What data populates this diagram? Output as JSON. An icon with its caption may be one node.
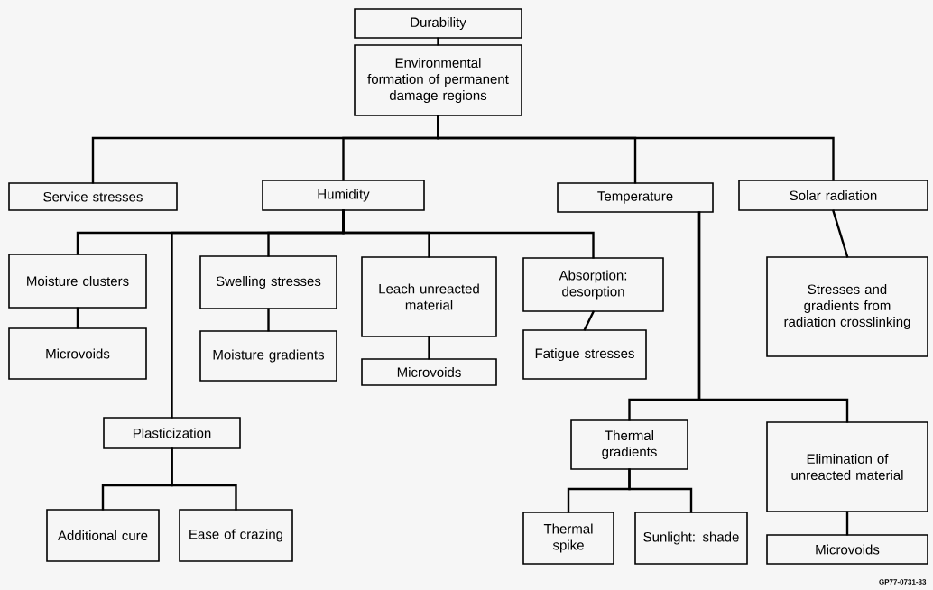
{
  "diagram": {
    "nodes": [
      {
        "text": [
          "Durability"
        ]
      },
      {
        "text": [
          "Environmental formation of permanent damage regions"
        ]
      },
      {
        "text": [
          "Service stresses"
        ]
      },
      {
        "text": [
          "Humidity"
        ]
      },
      {
        "text": [
          "Temperature"
        ]
      },
      {
        "text": [
          "Solar radiation"
        ]
      },
      {
        "text": [
          "Moisture clusters"
        ]
      },
      {
        "text": [
          "Microvoids"
        ]
      },
      {
        "text": [
          "Swelling stresses"
        ]
      },
      {
        "text": [
          "Moisture gradients"
        ]
      },
      {
        "text": [
          "Leach unreacted material"
        ]
      },
      {
        "text": [
          "Microvoids"
        ]
      },
      {
        "text": [
          "Absorption: desorption"
        ]
      },
      {
        "text": [
          "Fatigue stresses"
        ]
      },
      {
        "text": [
          "Stresses and gradients from radiation crosslinking"
        ]
      },
      {
        "text": [
          "Plasticization"
        ]
      },
      {
        "text": [
          "Thermal gradients"
        ]
      },
      {
        "text": [
          "Elimination of unreacted material"
        ]
      },
      {
        "text": [
          "Additional cure"
        ]
      },
      {
        "text": [
          "Ease of crazing"
        ]
      },
      {
        "text": [
          "Thermal spike"
        ]
      },
      {
        "text": [
          "Sunlight: shade"
        ]
      },
      {
        "text": [
          "Microvoids"
        ]
      }
    ],
    "edges": [
      {
        "from": 0,
        "to": 1,
        "arrow": "none"
      },
      {
        "from": 1,
        "to": 2,
        "arrow": "none"
      },
      {
        "from": 1,
        "to": 3,
        "arrow": "none"
      },
      {
        "from": 1,
        "to": 4,
        "arrow": "none"
      },
      {
        "from": 1,
        "to": 5,
        "arrow": "none"
      },
      {
        "from": 3,
        "to": 6,
        "arrow": "none"
      },
      {
        "from": 3,
        "to": 8,
        "arrow": "none"
      },
      {
        "from": 3,
        "to": 10,
        "arrow": "none"
      },
      {
        "from": 3,
        "to": 12,
        "arrow": "none"
      },
      {
        "from": 3,
        "to": 15,
        "arrow": "none"
      },
      {
        "from": 5,
        "to": 14,
        "arrow": "none"
      },
      {
        "from": 6,
        "to": 7,
        "arrow": "none"
      },
      {
        "from": 8,
        "to": 9,
        "arrow": "none"
      },
      {
        "from": 10,
        "to": 11,
        "arrow": "none"
      },
      {
        "from": 12,
        "to": 13,
        "arrow": "none"
      },
      {
        "from": 4,
        "to": 16,
        "arrow": "none"
      },
      {
        "from": 4,
        "to": 17,
        "arrow": "none"
      },
      {
        "from": 15,
        "to": 18,
        "arrow": "none"
      },
      {
        "from": 15,
        "to": 19,
        "arrow": "none"
      },
      {
        "from": 16,
        "to": 20,
        "arrow": "none"
      },
      {
        "from": 16,
        "to": 21,
        "arrow": "none"
      },
      {
        "from": 17,
        "to": 22,
        "arrow": "none"
      }
    ],
    "labels": [
      "GP77-0731-33"
    ]
  }
}
